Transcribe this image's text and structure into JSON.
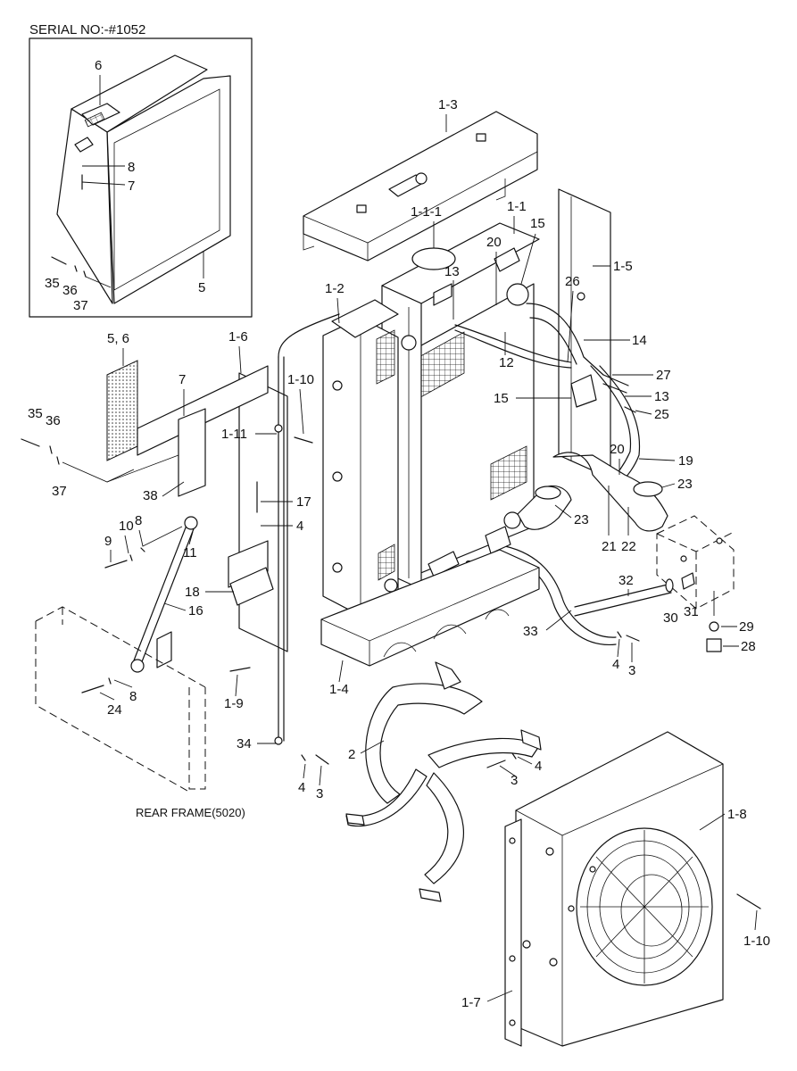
{
  "serial_note": "SERIAL NO:-#1052",
  "frame_note": "REAR FRAME(5020)",
  "labels": {
    "l6": "6",
    "l8a": "8",
    "l7a": "7",
    "l5a": "5",
    "l35a": "35",
    "l36a": "36",
    "l37a": "37",
    "l1_3": "1-3",
    "l1_1_1": "1-1-1",
    "l1_1": "1-1",
    "l15a": "15",
    "l20a": "20",
    "l13a": "13",
    "l1_2": "1-2",
    "l1_5": "1-5",
    "l26": "26",
    "l14": "14",
    "l12": "12",
    "l27": "27",
    "l15b": "15",
    "l13b": "13",
    "l25": "25",
    "l5_6": "5, 6",
    "l7b": "7",
    "l1_6": "1-6",
    "l1_10a": "1-10",
    "l1_11": "1-11",
    "l35b": "35",
    "l36b": "36",
    "l37b": "37",
    "l38": "38",
    "l19": "19",
    "l20b": "20",
    "l23a": "23",
    "l23b": "23",
    "l21": "21",
    "l22": "22",
    "l17": "17",
    "l4a": "4",
    "l9": "9",
    "l10": "10",
    "l8b": "8",
    "l11": "11",
    "l18": "18",
    "l16": "16",
    "l30a": "30",
    "l32": "32",
    "l30b": "30",
    "l31": "31",
    "l29": "29",
    "l28": "28",
    "l33": "33",
    "l4b": "4",
    "l3a": "3",
    "l1_9": "1-9",
    "l24": "24",
    "l8c": "8",
    "l1_4": "1-4",
    "l34": "34",
    "l4c": "4",
    "l3b": "3",
    "l2": "2",
    "l4d": "4",
    "l3c": "3",
    "l1_8": "1-8",
    "l1_10b": "1-10",
    "l1_7": "1-7"
  }
}
